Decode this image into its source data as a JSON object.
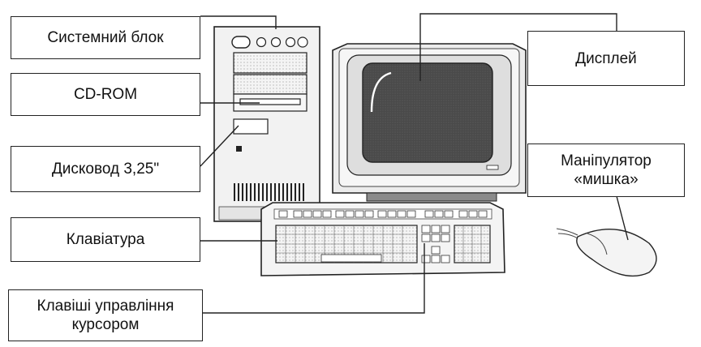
{
  "labels": {
    "system_unit": "Системний блок",
    "cd_rom": "CD-ROM",
    "floppy": "Дисковод 3,25\"",
    "keyboard": "Клавіатура",
    "cursor_keys": [
      "Клавіші управління",
      "курсором"
    ],
    "display": "Дисплей",
    "mouse": [
      "Маніпулятор",
      "«мишка»"
    ]
  },
  "colors": {
    "ink": "#222222",
    "paper": "#ffffff",
    "screen": "#4a4a4a",
    "case": "#f2f2f2",
    "bezel": "#e6e6e6"
  }
}
